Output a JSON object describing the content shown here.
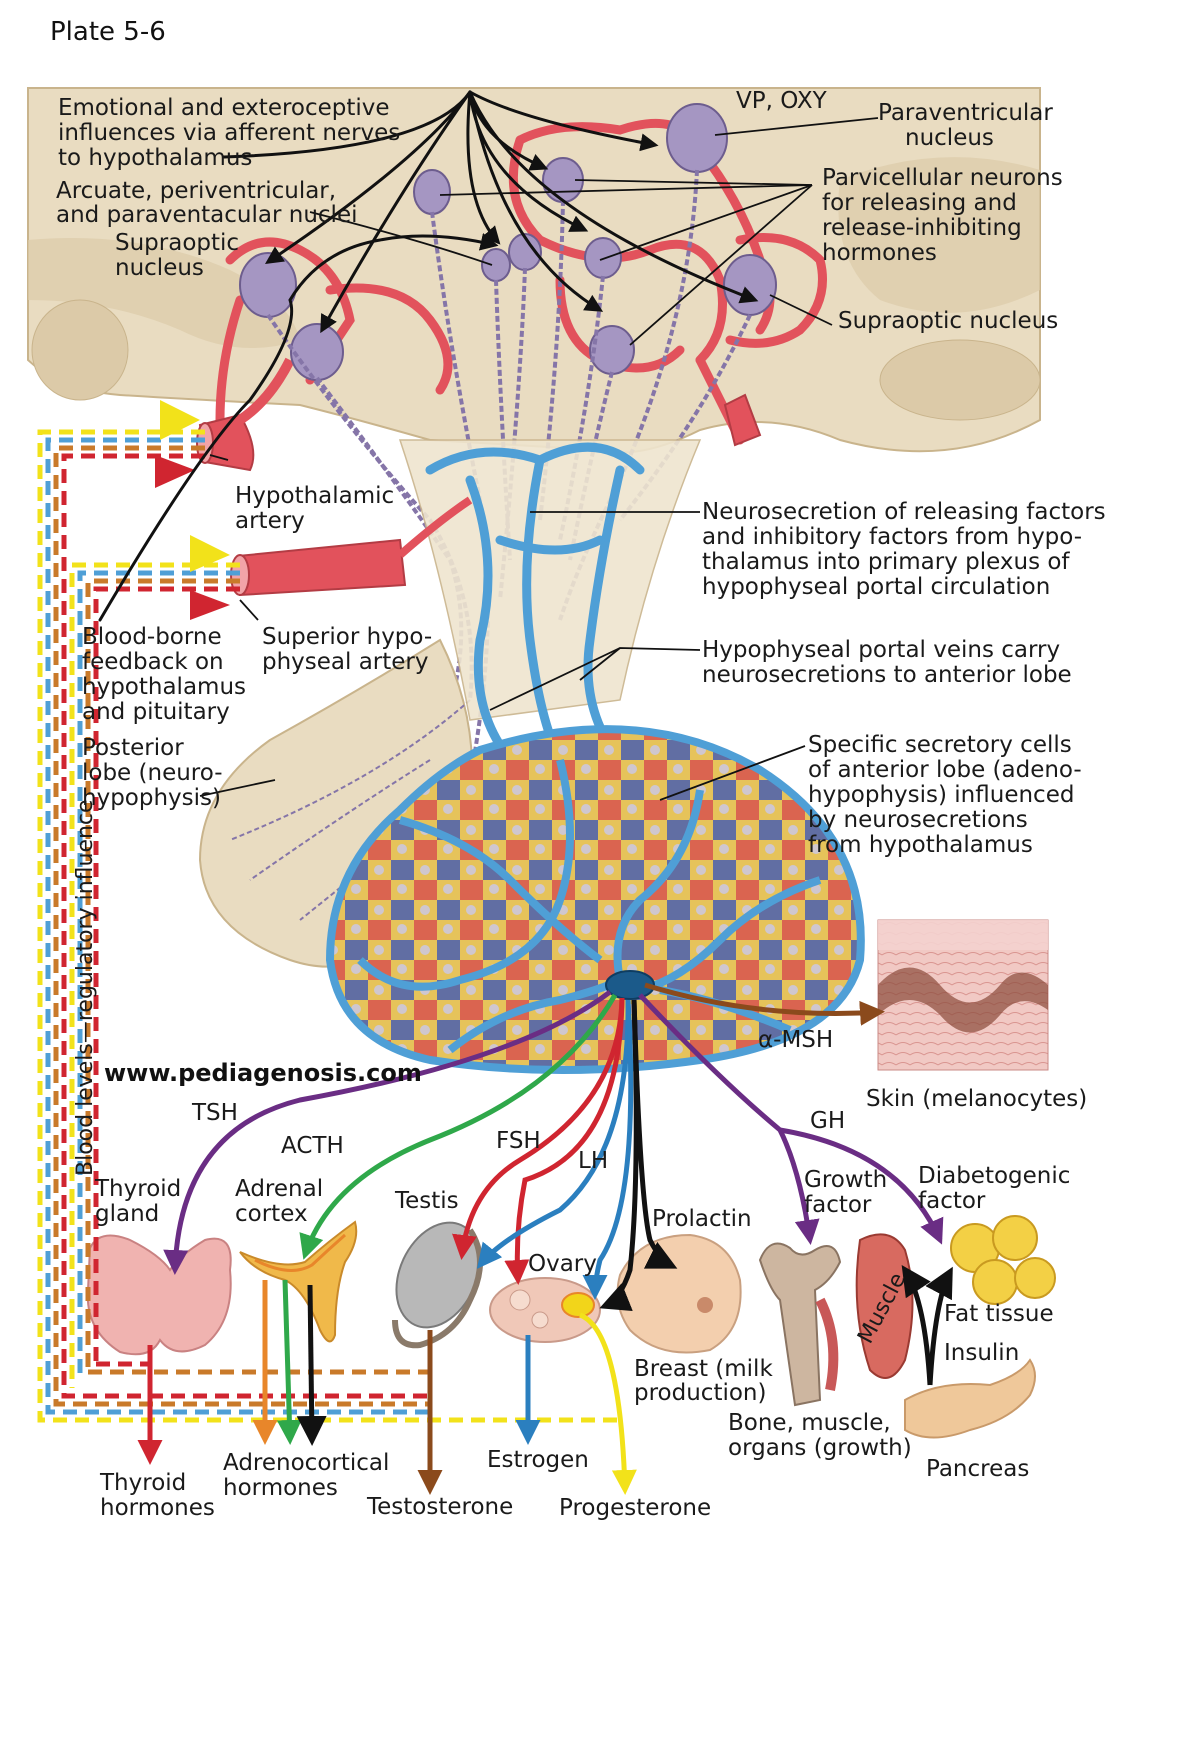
{
  "plate": "Plate 5-6",
  "website": "www.pediagenosis.com",
  "side_label": "Blood levels—regulatory influence",
  "labels": {
    "emotional": [
      "Emotional and exteroceptive",
      "influences via afferent nerves",
      "to hypothalamus"
    ],
    "arcuate": [
      "Arcuate, periventricular,",
      "and paraventacular nuclei"
    ],
    "supraoptic_left": [
      "Supraoptic",
      "nucleus"
    ],
    "vp_oxy": "VP, OXY",
    "paraventricular": [
      "Paraventricular",
      "nucleus"
    ],
    "parvicellular": [
      "Parvicellular neurons",
      "for releasing and",
      "release-inhibiting",
      "hormones"
    ],
    "supraoptic_right": "Supraoptic nucleus",
    "hypothalamic_artery": [
      "Hypothalamic",
      "artery"
    ],
    "neurosecretion": [
      "Neurosecretion of releasing factors",
      "and inhibitory factors from hypo-",
      "thalamus into primary plexus of",
      "hypophyseal portal circulation"
    ],
    "superior_artery": [
      "Superior hypo-",
      "physeal artery"
    ],
    "blood_borne": [
      "Blood-borne",
      "feedback on",
      "hypothalamus",
      "and pituitary"
    ],
    "portal_veins": [
      "Hypophyseal portal veins carry",
      "neurosecretions to anterior lobe"
    ],
    "posterior_lobe": [
      "Posterior",
      "lobe (neuro-",
      "hypophysis)"
    ],
    "specific_cells": [
      "Specific secretory cells",
      "of anterior lobe (adeno-",
      "hypophysis) influenced",
      "by neurosecretions",
      "from hypothalamus"
    ],
    "msh": "α-MSH",
    "skin": "Skin (melanocytes)",
    "tsh": "TSH",
    "acth": "ACTH",
    "fsh": "FSH",
    "lh": "LH",
    "gh": "GH",
    "thyroid_gland": [
      "Thyroid",
      "gland"
    ],
    "adrenal_cortex": [
      "Adrenal",
      "cortex"
    ],
    "testis": "Testis",
    "ovary": "Ovary",
    "prolactin": "Prolactin",
    "growth_factor": [
      "Growth",
      "factor"
    ],
    "diabetogenic": [
      "Diabetogenic",
      "factor"
    ],
    "fat_tissue": "Fat tissue",
    "insulin": "Insulin",
    "muscle": "Muscle",
    "breast": [
      "Breast (milk",
      "production)"
    ],
    "bone": [
      "Bone, muscle,",
      "organs (growth)"
    ],
    "pancreas": "Pancreas",
    "thyroid_hormones": [
      "Thyroid",
      "hormones"
    ],
    "adrenocortical": [
      "Adrenocortical",
      "hormones"
    ],
    "estrogen": "Estrogen",
    "testosterone": "Testosterone",
    "progesterone": "Progesterone"
  },
  "colors": {
    "tissue": "#e9dcc1",
    "vessel_red": "#e2525c",
    "vessel_blue": "#4f9fd6",
    "neuron": "#a596c2",
    "tsh": "#6a2d84",
    "acth": "#2fa84a",
    "fsh": "#d02530",
    "lh": "#2b7fbf",
    "prolactin": "#111111",
    "msh": "#8b4a1c",
    "progesterone": "#f2e21a",
    "testosterone": "#8b4a1c",
    "adrenal_orange": "#e8862a"
  }
}
